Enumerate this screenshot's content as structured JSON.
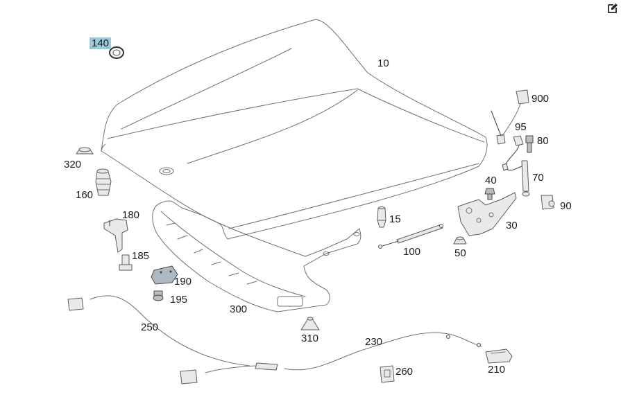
{
  "toolbar": {
    "edit_icon": "edit-pencil-icon"
  },
  "diagram": {
    "callouts": [
      {
        "id": "c140",
        "label": "140",
        "highlighted": true
      },
      {
        "id": "c10",
        "label": "10"
      },
      {
        "id": "c900",
        "label": "900"
      },
      {
        "id": "c95",
        "label": "95"
      },
      {
        "id": "c80",
        "label": "80"
      },
      {
        "id": "c320",
        "label": "320"
      },
      {
        "id": "c160",
        "label": "160"
      },
      {
        "id": "c70",
        "label": "70"
      },
      {
        "id": "c40",
        "label": "40"
      },
      {
        "id": "c90",
        "label": "90"
      },
      {
        "id": "c180",
        "label": "180"
      },
      {
        "id": "c15",
        "label": "15"
      },
      {
        "id": "c30",
        "label": "30"
      },
      {
        "id": "c100",
        "label": "100"
      },
      {
        "id": "c50",
        "label": "50"
      },
      {
        "id": "c185",
        "label": "185"
      },
      {
        "id": "c190",
        "label": "190"
      },
      {
        "id": "c195",
        "label": "195"
      },
      {
        "id": "c300",
        "label": "300"
      },
      {
        "id": "c250",
        "label": "250"
      },
      {
        "id": "c310",
        "label": "310"
      },
      {
        "id": "c230",
        "label": "230"
      },
      {
        "id": "c210",
        "label": "210"
      },
      {
        "id": "c260",
        "label": "260"
      }
    ],
    "highlight_color": "#9cc9d9"
  }
}
